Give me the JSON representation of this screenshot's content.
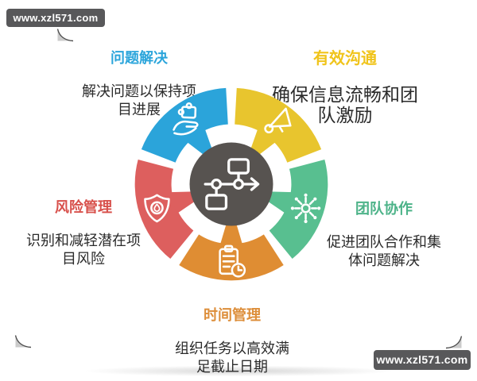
{
  "page": {
    "background": "#ffffff"
  },
  "watermarks": {
    "top_left": "www.xzl571.com",
    "bottom_right": "www.xzl571.com",
    "bg_color": "#58585a",
    "text_color": "#ffffff"
  },
  "diagram": {
    "type": "circular-process-wheel",
    "text_color": "#2b2b2b",
    "center": {
      "icon": "flowchart-icon",
      "color": "#575350",
      "icon_color": "#ffffff"
    },
    "nodes": [
      {
        "id": "problem-solving",
        "position": "top-left",
        "title": "问题解决",
        "title_color": "#2ba5db",
        "desc": "解决问题以保持项\n目进展",
        "color": "#2ba4da",
        "icon": "hand-puzzle-icon",
        "angle": -36
      },
      {
        "id": "effective-communication",
        "position": "top-right",
        "title": "有效沟通",
        "title_color": "#f0c41b",
        "desc": "确保信息流畅和团\n队激励",
        "color": "#e8c52e",
        "icon": "megaphone-icon",
        "angle": 36
      },
      {
        "id": "team-collaboration",
        "position": "right",
        "title": "团队协作",
        "title_color": "#4db389",
        "desc": "促进团队合作和集\n体问题解决",
        "color": "#58bf90",
        "icon": "network-icon",
        "angle": 108
      },
      {
        "id": "time-management",
        "position": "bottom",
        "title": "时间管理",
        "title_color": "#dd8e3a",
        "desc": "组织任务以高效满\n足截止日期",
        "color": "#df8d33",
        "icon": "clipboard-clock-icon",
        "angle": 180
      },
      {
        "id": "risk-management",
        "position": "left",
        "title": "风险管理",
        "title_color": "#d8514c",
        "desc": "识别和减轻潜在项\n目风险",
        "color": "#dd5f5e",
        "icon": "shield-flame-icon",
        "angle": 252
      }
    ]
  }
}
